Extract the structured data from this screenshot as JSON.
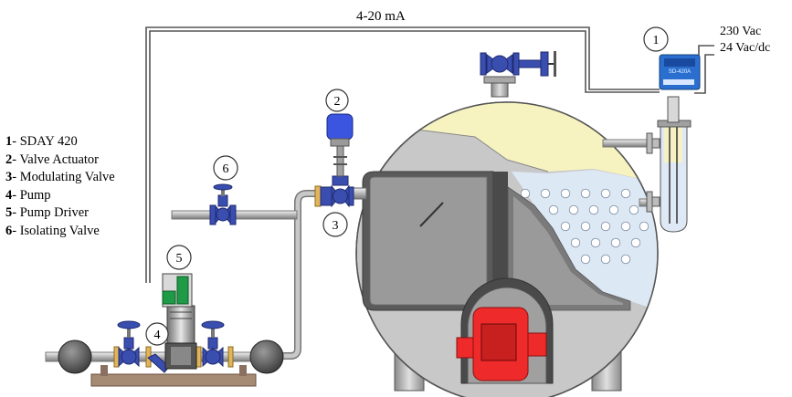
{
  "signal_label": "4-20 mA",
  "power_labels": [
    "230 Vac",
    "24 Vac/dc"
  ],
  "device_label": "SD-420A",
  "legend": [
    {
      "num": "1",
      "text": "- SDAY 420"
    },
    {
      "num": "2",
      "text": "- Valve Actuator"
    },
    {
      "num": "3",
      "text": "- Modulating Valve"
    },
    {
      "num": "4",
      "text": "- Pump"
    },
    {
      "num": "5",
      "text": "- Pump Driver"
    },
    {
      "num": "6",
      "text": "- Isolating Valve"
    }
  ],
  "callouts": [
    "1",
    "2",
    "3",
    "4",
    "5",
    "6"
  ],
  "colors": {
    "boiler_shell": "#c8c8c8",
    "water": "#dde8f5",
    "steam": "#f7f3c0",
    "burner": "#ee2a2a",
    "valve": "#3a4eb0",
    "actuator": "#3b55e0",
    "pump_driver": "#1f9a46",
    "base": "#a58a74"
  }
}
